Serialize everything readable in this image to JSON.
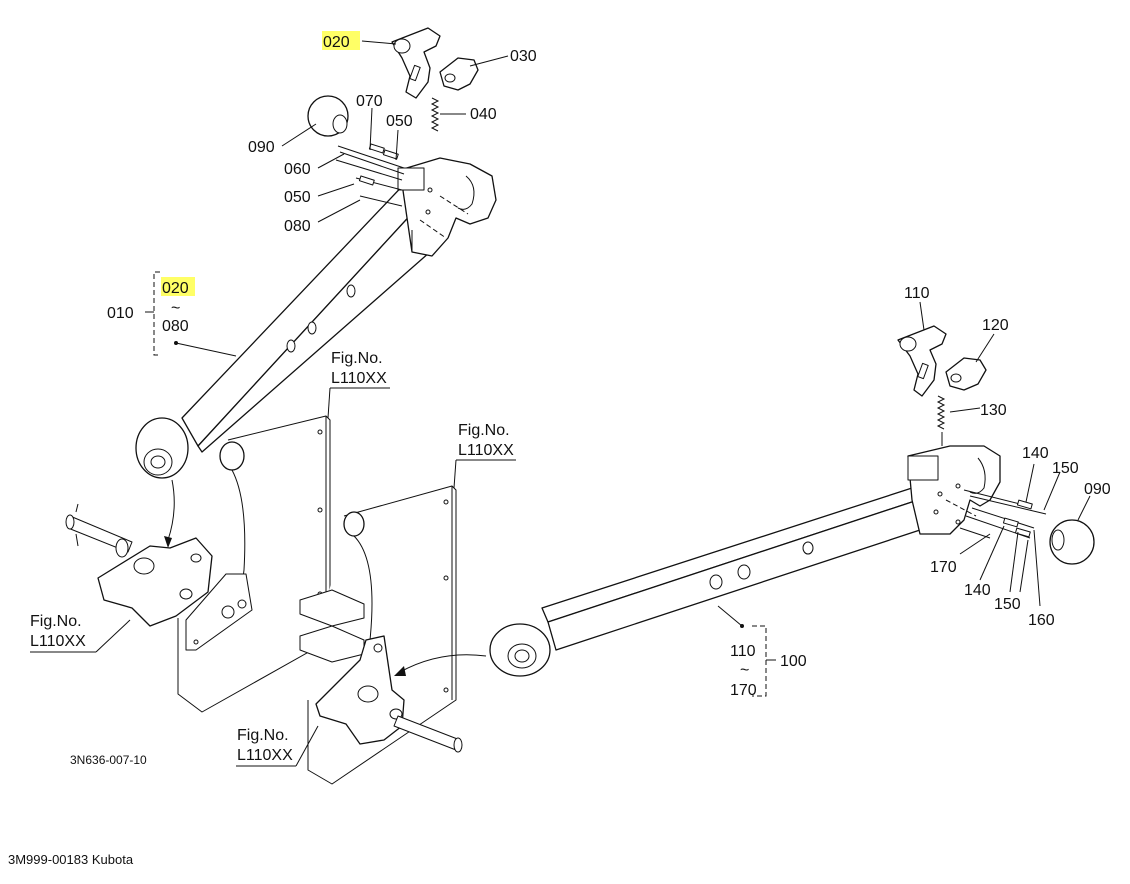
{
  "labels": {
    "p020_top": "020",
    "p030": "030",
    "p040": "040",
    "p070": "070",
    "p050_a": "050",
    "p090_left": "090",
    "p060": "060",
    "p050_b": "050",
    "p080": "080",
    "p020_range": "020",
    "tilde_left": "~",
    "p080_range": "080",
    "p010": "010",
    "p110": "110",
    "p120": "120",
    "p130": "130",
    "p140_a": "140",
    "p150_a": "150",
    "p090_right": "090",
    "p170": "170",
    "p140_b": "140",
    "p150_b": "150",
    "p160": "160",
    "p110_range": "110",
    "tilde_right": "~",
    "p170_range": "170",
    "p100": "100"
  },
  "fig_refs": [
    {
      "fig": "Fig.No.",
      "num": "L110XX"
    },
    {
      "fig": "Fig.No.",
      "num": "L110XX"
    },
    {
      "fig": "Fig.No.",
      "num": "L110XX"
    },
    {
      "fig": "Fig.No.",
      "num": "L110XX"
    }
  ],
  "drawing_code": "3N636-007-10",
  "footer": "3M999-00183 Kubota",
  "colors": {
    "highlight": "#ffff66",
    "line": "#111111",
    "background": "#ffffff"
  }
}
